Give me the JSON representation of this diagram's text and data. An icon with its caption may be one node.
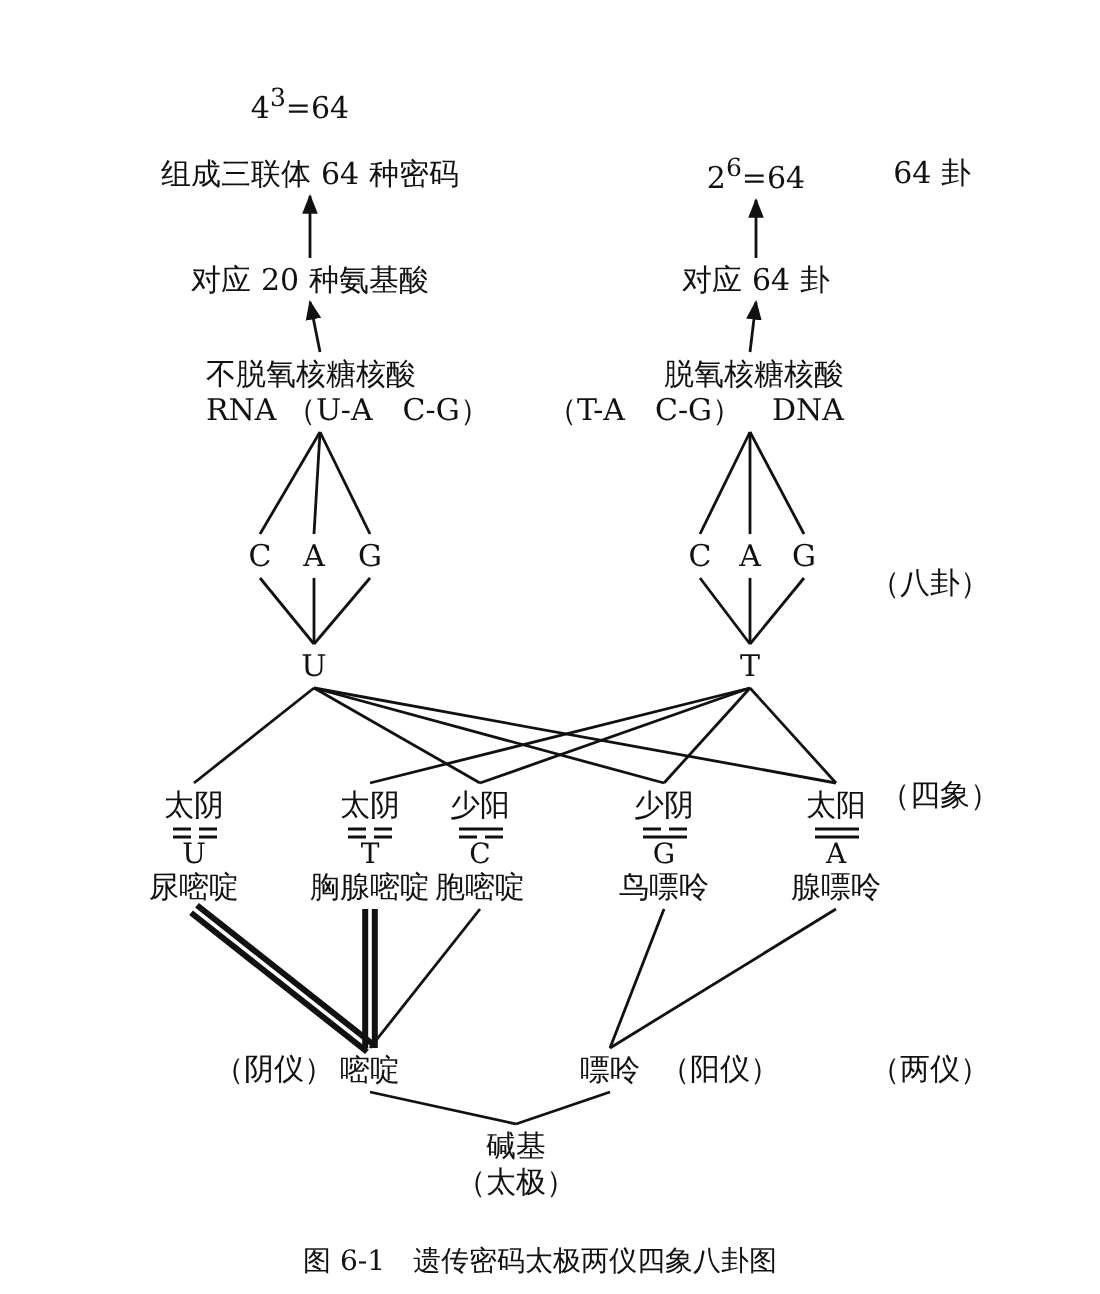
{
  "diagram": {
    "caption": "图 6-1　遗传密码太极两仪四象八卦图",
    "nodes": [
      {
        "text": [
          "组成三联体 64 种密码"
        ]
      },
      {
        "text": [
          "2$^{6}$=64"
        ]
      },
      {
        "text": [
          "对应 20 种氨基酸"
        ]
      },
      {
        "text": [
          "对应 64 卦"
        ]
      },
      {
        "text": [
          "不脱氧核糖核酸",
          "RNA （U-A　C-G）"
        ]
      },
      {
        "text": [
          "脱氧核糖核酸",
          "（T-A　C-G）　DNA"
        ]
      },
      {
        "text": [
          "C"
        ]
      },
      {
        "text": [
          "A"
        ]
      },
      {
        "text": [
          "G"
        ]
      },
      {
        "text": [
          "C"
        ]
      },
      {
        "text": [
          "A"
        ]
      },
      {
        "text": [
          "G"
        ]
      },
      {
        "text": [
          "U"
        ]
      },
      {
        "text": [
          "T"
        ]
      },
      {
        "text": [
          "太阴",
          "U",
          "尿嘧啶"
        ]
      },
      {
        "text": [
          "太阴",
          "T",
          "胸腺嘧啶"
        ]
      },
      {
        "text": [
          "少阳",
          "C",
          "胞嘧啶"
        ]
      },
      {
        "text": [
          "少阴",
          "G",
          "鸟嘌呤"
        ]
      },
      {
        "text": [
          "太阳",
          "A",
          "腺嘌呤"
        ]
      },
      {
        "text": [
          "嘧啶"
        ]
      },
      {
        "text": [
          "嘌呤"
        ]
      },
      {
        "text": [
          "碱基",
          "（太极）"
        ]
      }
    ],
    "edges": [
      {
        "from": 2,
        "to": 0,
        "arrow": "to"
      },
      {
        "from": 4,
        "to": 2,
        "arrow": "to"
      },
      {
        "from": 3,
        "to": 1,
        "arrow": "to"
      },
      {
        "from": 5,
        "to": 3,
        "arrow": "to"
      },
      {
        "from": 4,
        "to": 6,
        "arrow": "none"
      },
      {
        "from": 4,
        "to": 7,
        "arrow": "none"
      },
      {
        "from": 4,
        "to": 8,
        "arrow": "none"
      },
      {
        "from": 6,
        "to": 12,
        "arrow": "none"
      },
      {
        "from": 7,
        "to": 12,
        "arrow": "none"
      },
      {
        "from": 8,
        "to": 12,
        "arrow": "none"
      },
      {
        "from": 5,
        "to": 9,
        "arrow": "none"
      },
      {
        "from": 5,
        "to": 10,
        "arrow": "none"
      },
      {
        "from": 5,
        "to": 11,
        "arrow": "none"
      },
      {
        "from": 9,
        "to": 13,
        "arrow": "none"
      },
      {
        "from": 10,
        "to": 13,
        "arrow": "none"
      },
      {
        "from": 11,
        "to": 13,
        "arrow": "none"
      },
      {
        "from": 12,
        "to": 14,
        "arrow": "none"
      },
      {
        "from": 12,
        "to": 16,
        "arrow": "none"
      },
      {
        "from": 12,
        "to": 17,
        "arrow": "none"
      },
      {
        "from": 12,
        "to": 18,
        "arrow": "none"
      },
      {
        "from": 13,
        "to": 15,
        "arrow": "none"
      },
      {
        "from": 13,
        "to": 16,
        "arrow": "none"
      },
      {
        "from": 13,
        "to": 17,
        "arrow": "none"
      },
      {
        "from": 13,
        "to": 18,
        "arrow": "none"
      },
      {
        "from": 14,
        "to": 19,
        "arrow": "none",
        "style": "thick"
      },
      {
        "from": 15,
        "to": 19,
        "arrow": "none",
        "style": "thick"
      },
      {
        "from": 16,
        "to": 19,
        "arrow": "none"
      },
      {
        "from": 17,
        "to": 20,
        "arrow": "none"
      },
      {
        "from": 18,
        "to": 20,
        "arrow": "none"
      },
      {
        "from": 19,
        "to": 21,
        "arrow": "none"
      },
      {
        "from": 20,
        "to": 21,
        "arrow": "none"
      }
    ],
    "labels": [
      "4$^{3}$=64",
      "64 卦",
      "（八卦）",
      "（四象）",
      "（阴仪）",
      "（阳仪）",
      "（两仪）"
    ]
  }
}
